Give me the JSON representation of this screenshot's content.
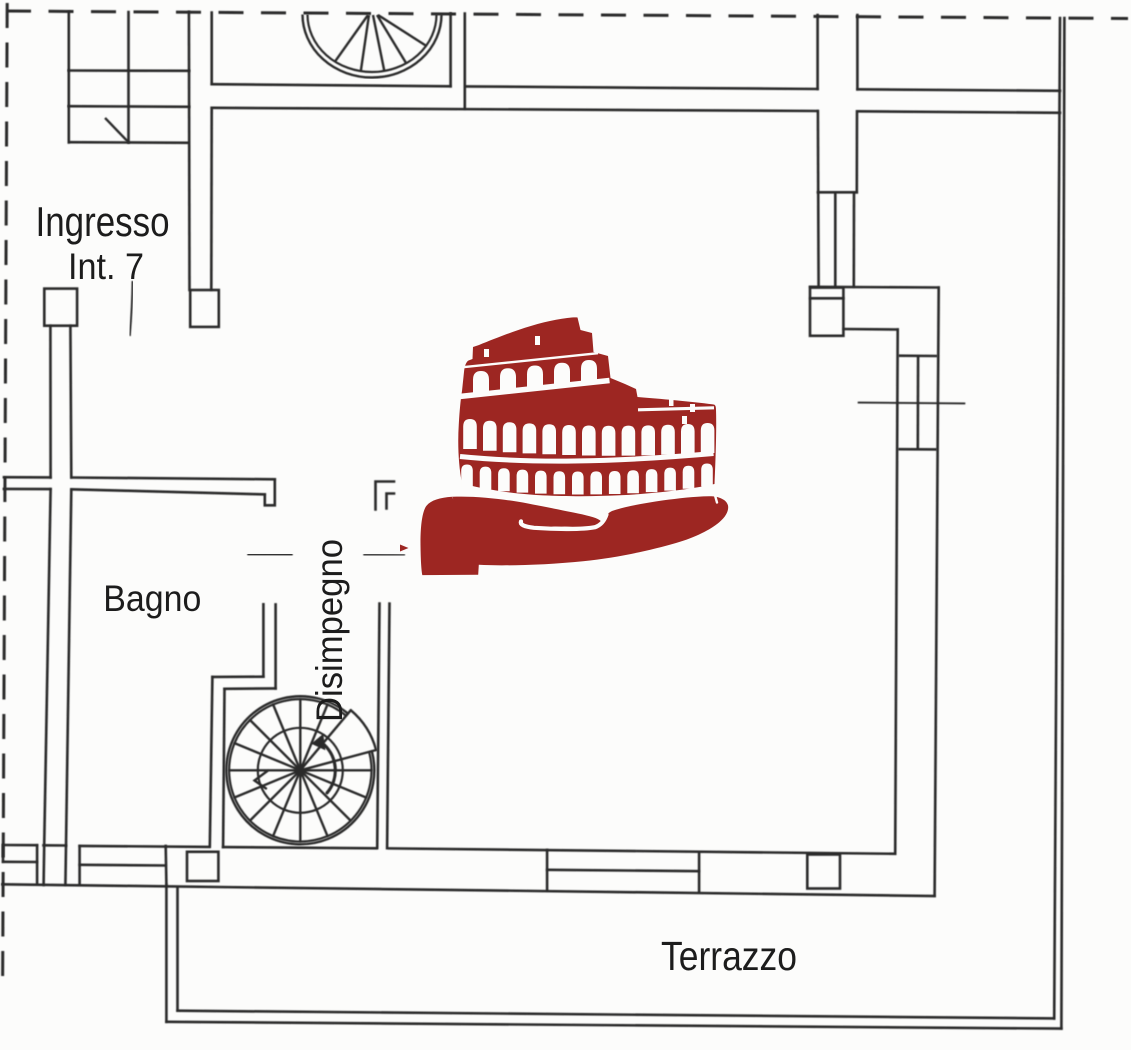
{
  "floor_plan": {
    "room_labels": {
      "ingresso_line1": "Ingresso",
      "ingresso_line2": "Int. 7",
      "bagno": "Bagno",
      "disimpegno": "Disimpegno",
      "terrazzo": "Terrazzo"
    },
    "colors": {
      "line": "#2b2b2b",
      "text": "#1d1d1d",
      "logo_red": "#9d2723",
      "background": "#fcfcfb"
    },
    "icons": {
      "logo": "colosseum-held-in-hand-logo-icon",
      "spiral_stairs": "spiral-staircase-icon",
      "entry_stairs": "staircase-icon",
      "entrance_steps": "semicircular-steps-icon",
      "window": "window-icon"
    }
  }
}
